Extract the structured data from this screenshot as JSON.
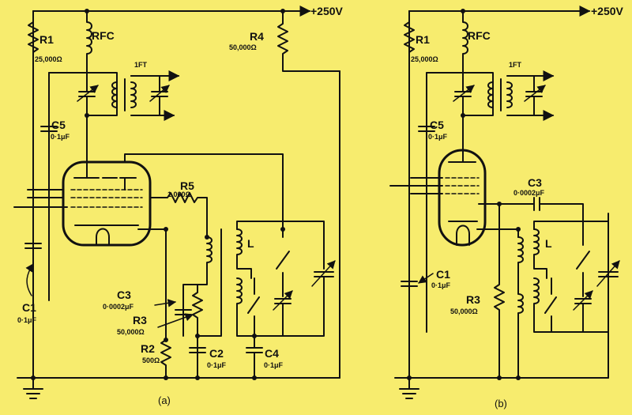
{
  "panel_a": {
    "supply": "+250V",
    "R1": {
      "name": "R1",
      "value": "25,000Ω"
    },
    "RFC": "RFC",
    "IFT": "1FT",
    "R4": {
      "name": "R4",
      "value": "50,000Ω"
    },
    "C5": {
      "name": "C5",
      "value": "0·1μF"
    },
    "R5": {
      "name": "R5",
      "value": "1,000Ω"
    },
    "L": "L",
    "C1": {
      "name": "C1",
      "value": "0·1μF"
    },
    "C3": {
      "name": "C3",
      "value": "0·0002μF"
    },
    "R3": {
      "name": "R3",
      "value": "50,000Ω"
    },
    "R2": {
      "name": "R2",
      "value": "500Ω"
    },
    "C2": {
      "name": "C2",
      "value": "0·1μF"
    },
    "C4": {
      "name": "C4",
      "value": "0·1μF"
    },
    "caption": "(a)"
  },
  "panel_b": {
    "supply": "+250V",
    "R1": {
      "name": "R1",
      "value": "25,000Ω"
    },
    "RFC": "RFC",
    "IFT": "1FT",
    "C5": {
      "name": "C5",
      "value": "0·1μF"
    },
    "C3": {
      "name": "C3",
      "value": "0·0002μF"
    },
    "L": "L",
    "C1": {
      "name": "C1",
      "value": "0·1μF"
    },
    "R3": {
      "name": "R3",
      "value": "50,000Ω"
    },
    "caption": "(b)"
  },
  "colors": {
    "background": "#f7ec6e",
    "ink": "#111111"
  }
}
